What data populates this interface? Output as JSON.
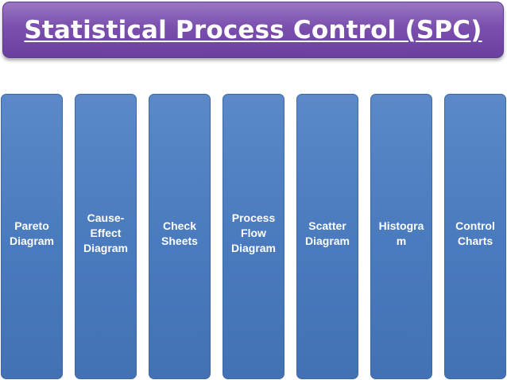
{
  "title": "Statistical Process Control (SPC)",
  "columns": [
    {
      "label": "Pareto\nDiagram"
    },
    {
      "label": "Cause-\nEffect\nDiagram"
    },
    {
      "label": "Check\nSheets"
    },
    {
      "label": "Process\nFlow\nDiagram"
    },
    {
      "label": "Scatter\nDiagram"
    },
    {
      "label": "Histogra\nm"
    },
    {
      "label": "Control\nCharts"
    }
  ],
  "colors": {
    "banner": "#7a4fae",
    "column": "#4a7bbe",
    "text": "#ffffff"
  }
}
